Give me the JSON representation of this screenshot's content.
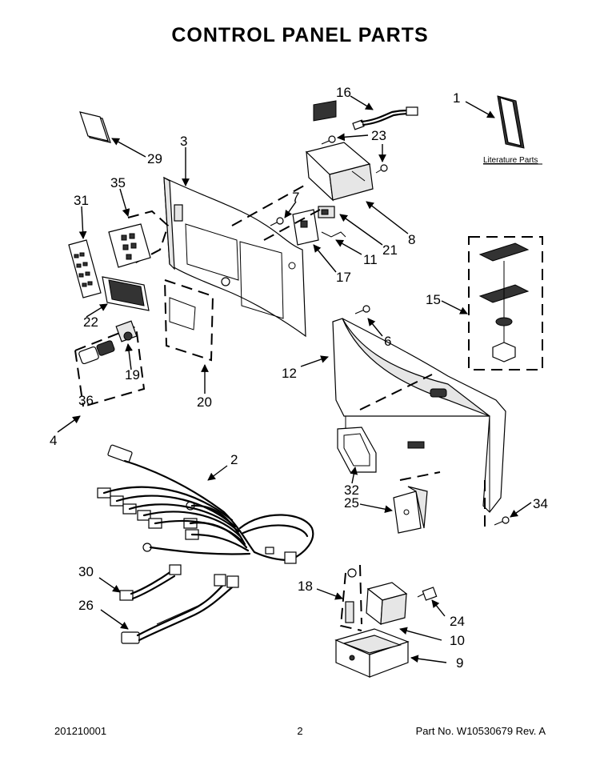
{
  "title": "CONTROL PANEL PARTS",
  "callouts": {
    "c1": "1",
    "c2": "2",
    "c3": "3",
    "c4": "4",
    "c6": "6",
    "c7": "7",
    "c8": "8",
    "c9": "9",
    "c10": "10",
    "c11": "11",
    "c12": "12",
    "c15": "15",
    "c16": "16",
    "c17": "17",
    "c18": "18",
    "c19": "19",
    "c20": "20",
    "c21": "21",
    "c22": "22",
    "c23": "23",
    "c24": "24",
    "c25": "25",
    "c26": "26",
    "c29": "29",
    "c30": "30",
    "c31": "31",
    "c32": "32",
    "c34": "34",
    "c35": "35",
    "c36": "36"
  },
  "literature_label": "Literature Parts",
  "footer": {
    "left": "201210001",
    "center": "2",
    "right": "Part No.  W10530679  Rev.  A"
  }
}
